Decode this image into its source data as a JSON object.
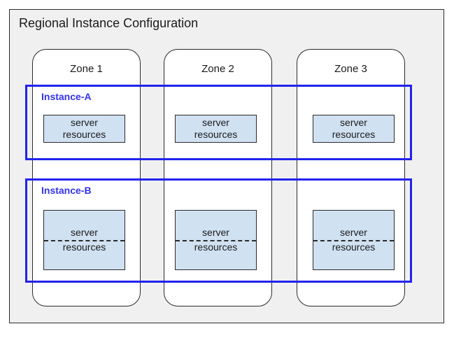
{
  "region": {
    "title": "Regional Instance Configuration",
    "frame_background": "#f0f0f0",
    "frame_border_color": "#2b2b2b"
  },
  "zones": [
    {
      "label": "Zone 1"
    },
    {
      "label": "Zone 2"
    },
    {
      "label": "Zone 3"
    }
  ],
  "instances": [
    {
      "label": "Instance-A",
      "border_color": "#2222ee",
      "label_color": "#3333ee",
      "resources": [
        {
          "line1": "server",
          "line2": "resources"
        },
        {
          "line1": "server",
          "line2": "resources"
        },
        {
          "line1": "server",
          "line2": "resources"
        }
      ]
    },
    {
      "label": "Instance-B",
      "border_color": "#2222ee",
      "label_color": "#3333ee",
      "resources": [
        {
          "line1": "server",
          "line2": "resources"
        },
        {
          "line1": "server",
          "line2": "resources"
        },
        {
          "line1": "server",
          "line2": "resources"
        }
      ]
    }
  ],
  "resource_box": {
    "fill_color": "#d0e1f2",
    "border_color": "#2b2b2b"
  }
}
